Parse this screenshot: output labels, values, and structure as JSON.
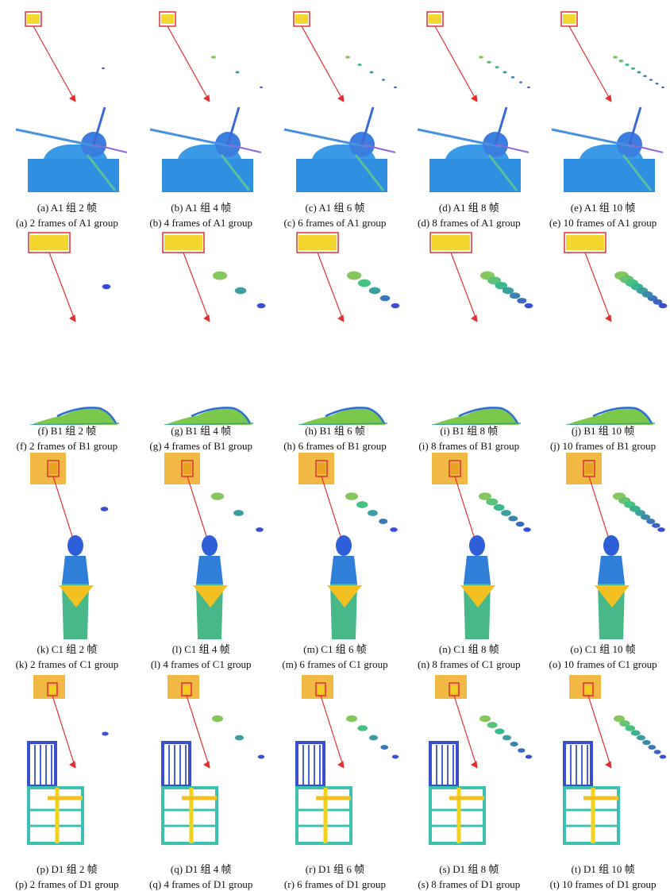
{
  "figure": {
    "rows": [
      {
        "group": "A1",
        "object": "tower",
        "panels": [
          {
            "frames": 2,
            "caption_cn": "(a) A1 组 2 帧",
            "caption_en": "(a) 2 frames of A1 group"
          },
          {
            "frames": 4,
            "caption_cn": "(b) A1 组 4 帧",
            "caption_en": "(b) 4 frames of A1 group"
          },
          {
            "frames": 6,
            "caption_cn": "(c) A1 组 6 帧",
            "caption_en": "(c) 6 frames of A1 group"
          },
          {
            "frames": 8,
            "caption_cn": "(d) A1 组 8 帧",
            "caption_en": "(d) 8 frames of A1 group"
          },
          {
            "frames": 10,
            "caption_cn": "(e) A1 组 10 帧",
            "caption_en": "(e) 10 frames of A1 group"
          }
        ]
      },
      {
        "group": "B1",
        "object": "car",
        "panels": [
          {
            "frames": 2,
            "caption_cn": "(f) B1 组 2 帧",
            "caption_en": "(f) 2 frames of B1 group"
          },
          {
            "frames": 4,
            "caption_cn": "(g) B1 组 4 帧",
            "caption_en": "(g) 4 frames of B1 group"
          },
          {
            "frames": 6,
            "caption_cn": "(h) B1 组 6 帧",
            "caption_en": "(h) 6 frames of B1 group"
          },
          {
            "frames": 8,
            "caption_cn": "(i) B1 组 8 帧",
            "caption_en": "(i) 8 frames of B1 group"
          },
          {
            "frames": 10,
            "caption_cn": "(j) B1 组 10 帧",
            "caption_en": "(j) 10 frames of B1 group"
          }
        ]
      },
      {
        "group": "C1",
        "object": "person",
        "panels": [
          {
            "frames": 2,
            "caption_cn": "(k) C1 组 2 帧",
            "caption_en": "(k) 2 frames of C1 group"
          },
          {
            "frames": 4,
            "caption_cn": "(l) C1 组 4 帧",
            "caption_en": "(l) 4 frames of C1 group"
          },
          {
            "frames": 6,
            "caption_cn": "(m) C1 组 6 帧",
            "caption_en": "(m) 6 frames of C1 group"
          },
          {
            "frames": 8,
            "caption_cn": "(n) C1 组 8 帧",
            "caption_en": "(n) 8 frames of C1 group"
          },
          {
            "frames": 10,
            "caption_cn": "(o) C1 组 10 帧",
            "caption_en": "(o) 10 frames of C1 group"
          }
        ]
      },
      {
        "group": "D1",
        "object": "chair",
        "panels": [
          {
            "frames": 2,
            "caption_cn": "(p) D1 组 2 帧",
            "caption_en": "(p) 2 frames of D1 group"
          },
          {
            "frames": 4,
            "caption_cn": "(q) D1 组 4 帧",
            "caption_en": "(q) 4 frames of D1 group"
          },
          {
            "frames": 6,
            "caption_cn": "(r) D1 组 6 帧",
            "caption_en": "(r) 6 frames of D1 group"
          },
          {
            "frames": 8,
            "caption_cn": "(s) D1 组 8 帧",
            "caption_en": "(s) 8 frames of D1 group"
          },
          {
            "frames": 10,
            "caption_cn": "(t) D1 组 10 帧",
            "caption_en": "(t) 10 frames of D1 group"
          }
        ]
      }
    ],
    "colors": {
      "highlight": "#e03030",
      "near": "#f2d21a",
      "mid": "#3cc08a",
      "far": "#3a4fd0"
    }
  }
}
